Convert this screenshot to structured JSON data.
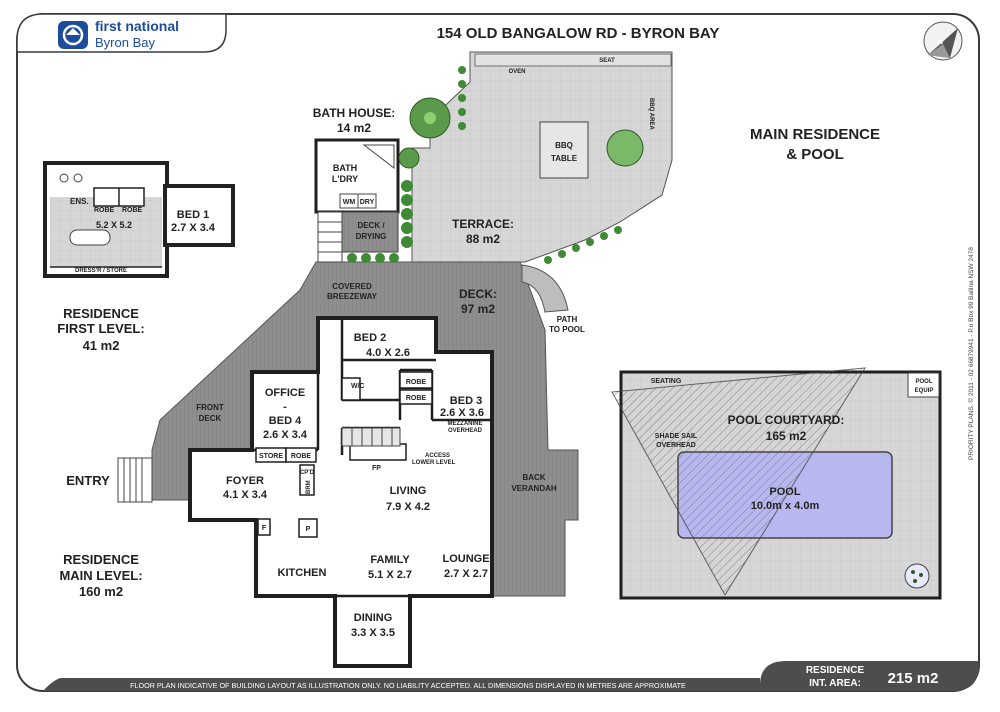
{
  "brand": {
    "name": "first national",
    "office": "Byron Bay",
    "logo_color": "#1c4c9c"
  },
  "title": "154 OLD BANGALOW RD - BYRON BAY",
  "colors": {
    "deck": "#8c8c8c",
    "floor": "#ffffff",
    "paving": "#d4d4d4",
    "pool": "#b8b8f0",
    "border": "#3a3a3a",
    "area_box": "#4d4d4d"
  },
  "compass": {
    "label": "N"
  },
  "sections": {
    "main_heading_1": "MAIN RESIDENCE",
    "main_heading_2": "& POOL",
    "first_level": {
      "line1": "RESIDENCE",
      "line2": "FIRST LEVEL:",
      "area": "41 m2"
    },
    "main_level": {
      "line1": "RESIDENCE",
      "line2": "MAIN LEVEL:",
      "area": "160 m2"
    }
  },
  "areas": {
    "bath_house": {
      "name": "BATH HOUSE:",
      "area": "14 m2"
    },
    "terrace": {
      "name": "TERRACE:",
      "area": "88 m2"
    },
    "deck": {
      "name": "DECK:",
      "area": "97 m2"
    },
    "pool_courtyard": {
      "name": "POOL COURTYARD:",
      "area": "165 m2"
    }
  },
  "rooms": {
    "bed1": {
      "name": "BED 1",
      "size": "2.7 X 3.4"
    },
    "ens": {
      "name": "ENS.",
      "size": "5.2 X 5.2"
    },
    "robe": "ROBE",
    "dress_store": "DRESS'R / STORE",
    "bath_ldry": {
      "line1": "BATH",
      "line2": "L'DRY"
    },
    "wm": "WM",
    "dry": "DRY",
    "deck_drying": {
      "line1": "DECK /",
      "line2": "DRYING"
    },
    "covered_breezeway": {
      "line1": "COVERED",
      "line2": "BREEZEWAY"
    },
    "bed2": {
      "name": "BED 2",
      "size": "4.0 X 2.6"
    },
    "bed3": {
      "name": "BED 3",
      "size": "2.6 X 3.6"
    },
    "mezzanine": {
      "line1": "MEZZANINE",
      "line2": "OVERHEAD"
    },
    "wc": "W/C",
    "office_bed4": {
      "line1": "OFFICE",
      "line2": "-",
      "line3": "BED 4",
      "size": "2.6 X 3.4"
    },
    "store": "STORE",
    "cpd": "CP'D",
    "brm": "BRM",
    "foyer": {
      "name": "FOYER",
      "size": "4.1 X 3.4"
    },
    "living": {
      "name": "LIVING",
      "size": "7.9 X 4.2"
    },
    "access_lower": {
      "line1": "ACCESS",
      "line2": "LOWER LEVEL"
    },
    "fp": "FP",
    "kitchen": "KITCHEN",
    "fridge": "F",
    "pantry": "P",
    "family": {
      "name": "FAMILY",
      "size": "5.1 X 2.7"
    },
    "lounge": {
      "name": "LOUNGE",
      "size": "2.7 X 2.7"
    },
    "dining": {
      "name": "DINING",
      "size": "3.3 X 3.5"
    },
    "front_deck": {
      "line1": "FRONT",
      "line2": "DECK"
    },
    "back_verandah": {
      "line1": "BACK",
      "line2": "VERANDAH"
    },
    "entry": "ENTRY",
    "path_to_pool": {
      "line1": "PATH",
      "line2": "TO POOL"
    },
    "bbq_table": {
      "line1": "BBQ",
      "line2": "TABLE"
    },
    "bbq_area": "BBQ AREA",
    "oven": "OVEN",
    "seat": "SEAT",
    "seating": "SEATING",
    "pool_equip": {
      "line1": "POOL",
      "line2": "EQUIP"
    },
    "shade_sail": {
      "line1": "SHADE SAIL",
      "line2": "OVERHEAD"
    },
    "pool": {
      "name": "POOL",
      "size": "10.0m x 4.0m"
    }
  },
  "side_credit": "PRIORITY PLANS. © 2011 - 02 66879941 - P.o Box 99 Ballina NSW 2478",
  "footer": {
    "disclaimer": "FLOOR PLAN INDICATIVE OF BUILDING LAYOUT AS ILLUSTRATION ONLY. NO LIABILITY ACCEPTED. ALL DIMENSIONS DISPLAYED IN METRES ARE APPROXIMATE",
    "total_label_1": "RESIDENCE",
    "total_label_2": "INT. AREA:",
    "total_area": "215 m2"
  }
}
